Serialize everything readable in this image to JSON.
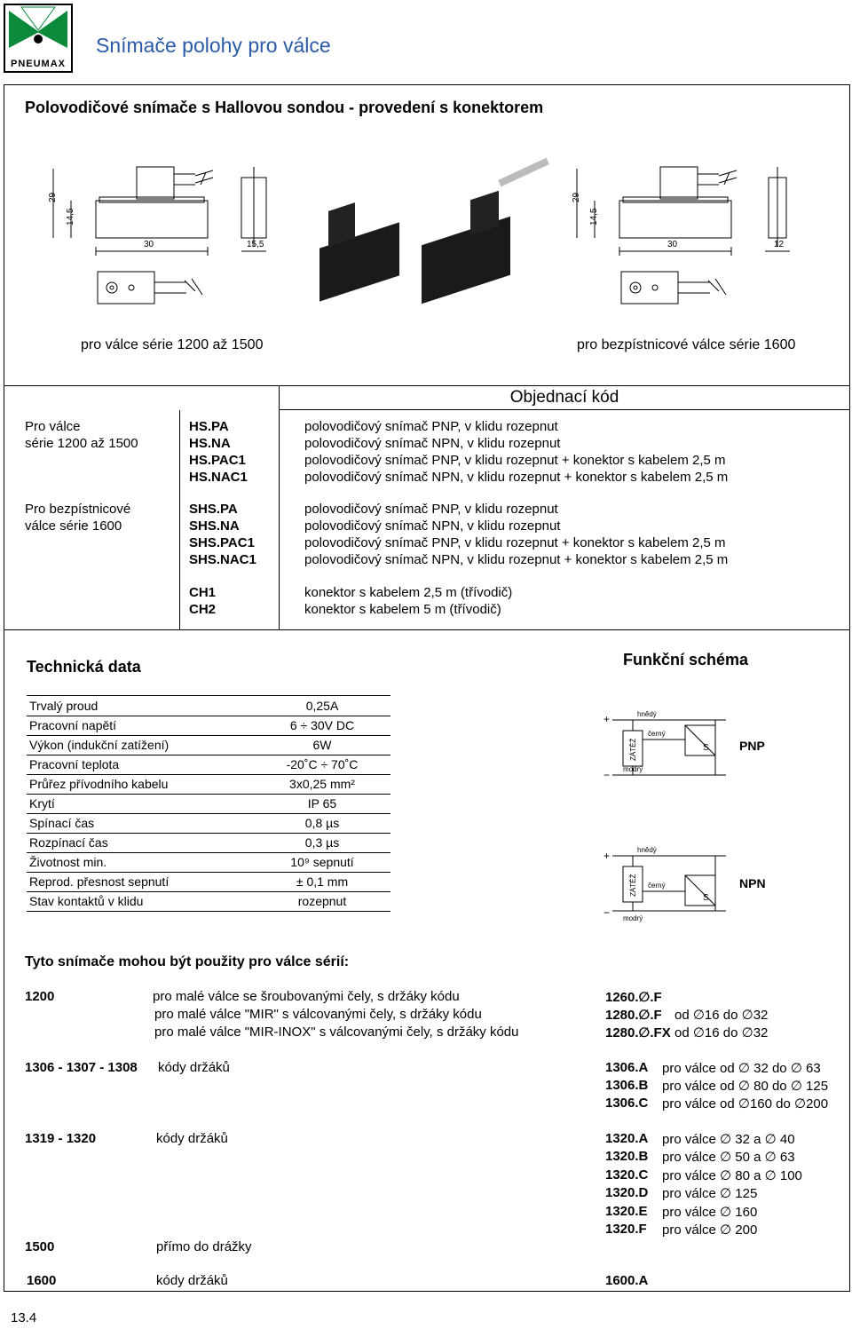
{
  "header": {
    "logo_text": "PNEUMAX",
    "title": "Snímače polohy pro válce"
  },
  "section_title": "Polovodičové snímače s Hallovou sondou - provedení s konektorem",
  "drawings": {
    "left_dims": {
      "h_outer": "29",
      "h_inner": "14,5",
      "w1": "30",
      "w2": "15,5"
    },
    "right_dims": {
      "h_outer": "29",
      "h_inner": "14,5",
      "w1": "30",
      "w2": "12"
    },
    "caption_left": "pro válce série 1200 až 1500",
    "caption_right": "pro bezpístnicové válce série 1600"
  },
  "order": {
    "heading": "Objednací kód",
    "groups": [
      {
        "label": [
          "Pro válce",
          "série 1200 až 1500"
        ],
        "codes": [
          "HS.PA",
          "HS.NA",
          "HS.PAC1",
          "HS.NAC1"
        ],
        "descs": [
          "polovodičový snímač PNP, v klidu rozepnut",
          "polovodičový snímač NPN, v klidu rozepnut",
          "polovodičový snímač PNP, v klidu rozepnut + konektor s kabelem 2,5 m",
          "polovodičový snímač NPN, v klidu rozepnut + konektor s kabelem 2,5 m"
        ]
      },
      {
        "label": [
          "Pro bezpístnicové",
          "válce série 1600"
        ],
        "codes": [
          "SHS.PA",
          "SHS.NA",
          "SHS.PAC1",
          "SHS.NAC1"
        ],
        "descs": [
          "polovodičový snímač PNP, v klidu rozepnut",
          "polovodičový snímač NPN, v klidu rozepnut",
          "polovodičový snímač PNP, v klidu rozepnut + konektor s kabelem 2,5 m",
          "polovodičový snímač NPN, v klidu rozepnut + konektor s kabelem 2,5 m"
        ]
      },
      {
        "label": [],
        "codes": [
          "CH1",
          "CH2"
        ],
        "descs": [
          "konektor s kabelem 2,5 m (třívodič)",
          "konektor s kabelem 5 m (třívodič)"
        ]
      }
    ]
  },
  "tech": {
    "title": "Technická data",
    "rows": [
      {
        "label": "Trvalý proud",
        "value": "0,25A"
      },
      {
        "label": "Pracovní napětí",
        "value": "6 ÷ 30V DC"
      },
      {
        "label": "Výkon (indukční zatížení)",
        "value": "6W"
      },
      {
        "label": "Pracovní teplota",
        "value": "-20˚C ÷ 70˚C"
      },
      {
        "label": "Průřez přívodního kabelu",
        "value": "3x0,25 mm²"
      },
      {
        "label": "Krytí",
        "value": "IP 65"
      },
      {
        "label": "Spínací čas",
        "value": "0,8 µs"
      },
      {
        "label": "Rozpínací čas",
        "value": "0,3 µs"
      },
      {
        "label": "Životnost min.",
        "value": "10⁹ sepnutí"
      },
      {
        "label": "Reprod. přesnost sepnutí",
        "value": "± 0,1 mm"
      },
      {
        "label": "Stav kontaktů v klidu",
        "value": "rozepnut"
      }
    ]
  },
  "schema": {
    "title": "Funkční schéma",
    "load": "ZÁTĚŽ",
    "wire_brown": "hnědý",
    "wire_black": "černý",
    "wire_blue": "modrý",
    "plus": "+",
    "minus": "−",
    "pnp": "PNP",
    "npn": "NPN",
    "sensor_symbol": "S"
  },
  "usage": {
    "title": "Tyto snímače mohou být použity pro válce sérií:",
    "s1200": {
      "series": "1200",
      "lines": [
        {
          "desc": "pro malé válce se šroubovanými čely, s držáky kódu",
          "code": "1260.∅.F",
          "range": ""
        },
        {
          "desc": "pro malé válce \"MIR\" s válcovanými čely, s držáky kódu",
          "code": "1280.∅.F",
          "range": "od ∅16 do ∅32"
        },
        {
          "desc": "pro malé válce \"MIR-INOX\" s válcovanými čely, s držáky kódu",
          "code": "1280.∅.FX",
          "range": "od ∅16 do ∅32"
        }
      ]
    },
    "s1306": {
      "series": "1306 - 1307 - 1308",
      "desc": "kódy držáků",
      "lines": [
        {
          "code": "1306.A",
          "range": "pro válce od ∅ 32 do ∅ 63"
        },
        {
          "code": "1306.B",
          "range": "pro válce od ∅ 80 do ∅ 125"
        },
        {
          "code": "1306.C",
          "range": "pro válce od ∅160 do ∅200"
        }
      ]
    },
    "s1319": {
      "series": "1319 - 1320",
      "desc": "kódy držáků",
      "lines": [
        {
          "code": "1320.A",
          "range": "pro válce ∅ 32 a ∅ 40"
        },
        {
          "code": "1320.B",
          "range": "pro válce ∅ 50 a ∅ 63"
        },
        {
          "code": "1320.C",
          "range": "pro válce ∅ 80 a ∅ 100"
        },
        {
          "code": "1320.D",
          "range": "pro válce ∅ 125"
        },
        {
          "code": "1320.E",
          "range": "pro válce ∅ 160"
        },
        {
          "code": "1320.F",
          "range": "pro válce ∅ 200"
        }
      ]
    },
    "s1500": {
      "series": "1500",
      "desc": "přímo do drážky"
    },
    "s1600": {
      "series": "1600",
      "desc": "kódy držáků",
      "code": "1600.A"
    }
  },
  "footer": {
    "page": "13.4"
  }
}
